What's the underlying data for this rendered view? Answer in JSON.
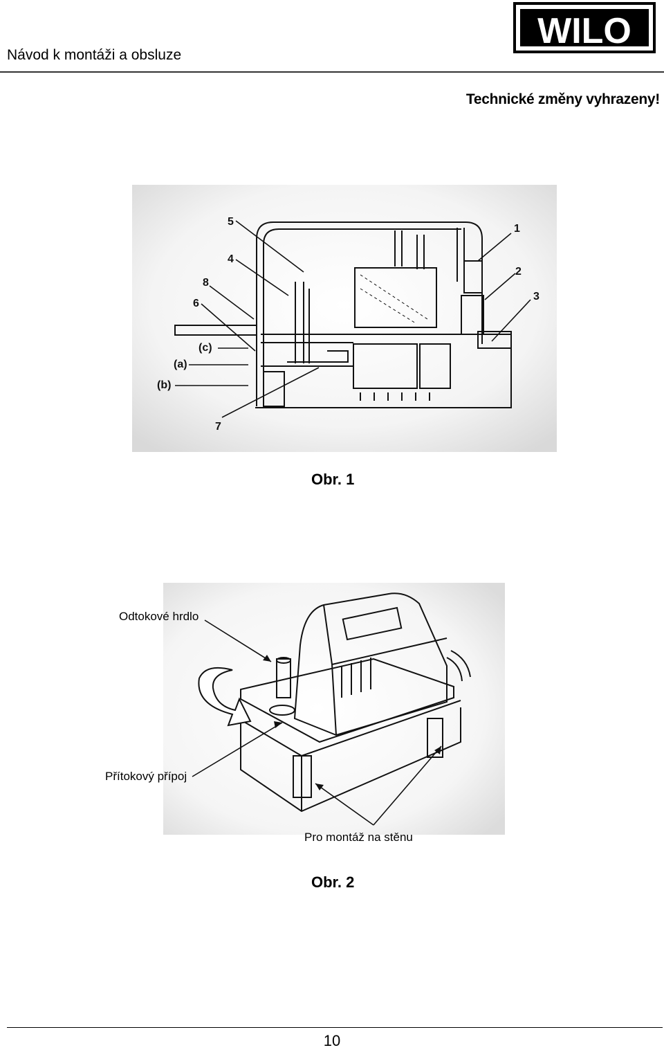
{
  "header": {
    "title": "Návod k montáži a obsluze",
    "logo_text": "WILO"
  },
  "disclaimer": "Technické změny vyhrazeny!",
  "figure1": {
    "callouts": [
      "1",
      "2",
      "3",
      "4",
      "5",
      "6",
      "7",
      "8"
    ],
    "port_labels": [
      "(c)",
      "(a)",
      "(b)"
    ],
    "caption": "Obr. 1"
  },
  "figure2": {
    "label_outlet": "Odtokové hrdlo",
    "label_inlet": "Přítokový přípoj",
    "label_wall": "Pro montáž na stěnu",
    "caption": "Obr. 2"
  },
  "footer": {
    "page_number": "10"
  }
}
